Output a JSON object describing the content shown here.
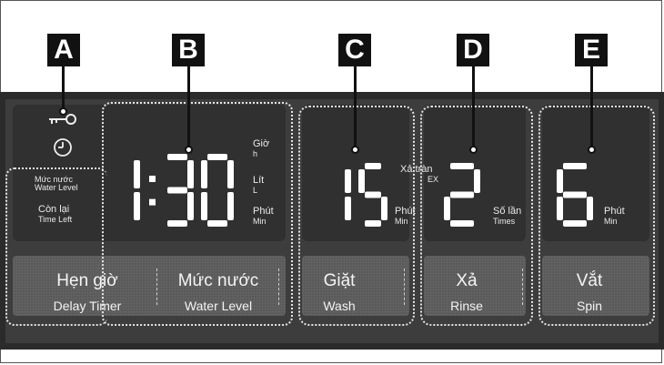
{
  "callouts": [
    {
      "id": "A"
    },
    {
      "id": "B"
    },
    {
      "id": "C"
    },
    {
      "id": "D"
    },
    {
      "id": "E"
    }
  ],
  "left_info": {
    "water_level_vn": "Mức nước",
    "water_level_en": "Water Level",
    "time_left_vn": "Còn lại",
    "time_left_en": "Time Left",
    "icons": [
      "key-icon",
      "clock-icon"
    ]
  },
  "display_b": {
    "value": "1:30",
    "units": [
      {
        "vn": "Giờ",
        "en": "h"
      },
      {
        "vn": "Lít",
        "en": "L"
      },
      {
        "vn": "Phút",
        "en": "Min"
      }
    ]
  },
  "display_c": {
    "value": "15",
    "unit_vn": "Phút",
    "unit_en": "Min"
  },
  "display_d": {
    "value": "2",
    "overflow_vn": "Xả tràn",
    "overflow_en": "EX",
    "times_vn": "Số lần",
    "times_en": "Times"
  },
  "display_e": {
    "value": "6",
    "unit_vn": "Phút",
    "unit_en": "Min"
  },
  "buttons": [
    {
      "vn": "Hẹn giờ",
      "en": "Delay Timer"
    },
    {
      "vn": "Mức nước",
      "en": "Water Level"
    },
    {
      "vn": "Giặt",
      "en": "Wash"
    },
    {
      "vn": "Xả",
      "en": "Rinse"
    },
    {
      "vn": "Vắt",
      "en": "Spin"
    }
  ],
  "colors": {
    "panel": "#2b2b2b",
    "lcd": "#303030",
    "segment": "#ffffff",
    "callout": "#111111"
  }
}
